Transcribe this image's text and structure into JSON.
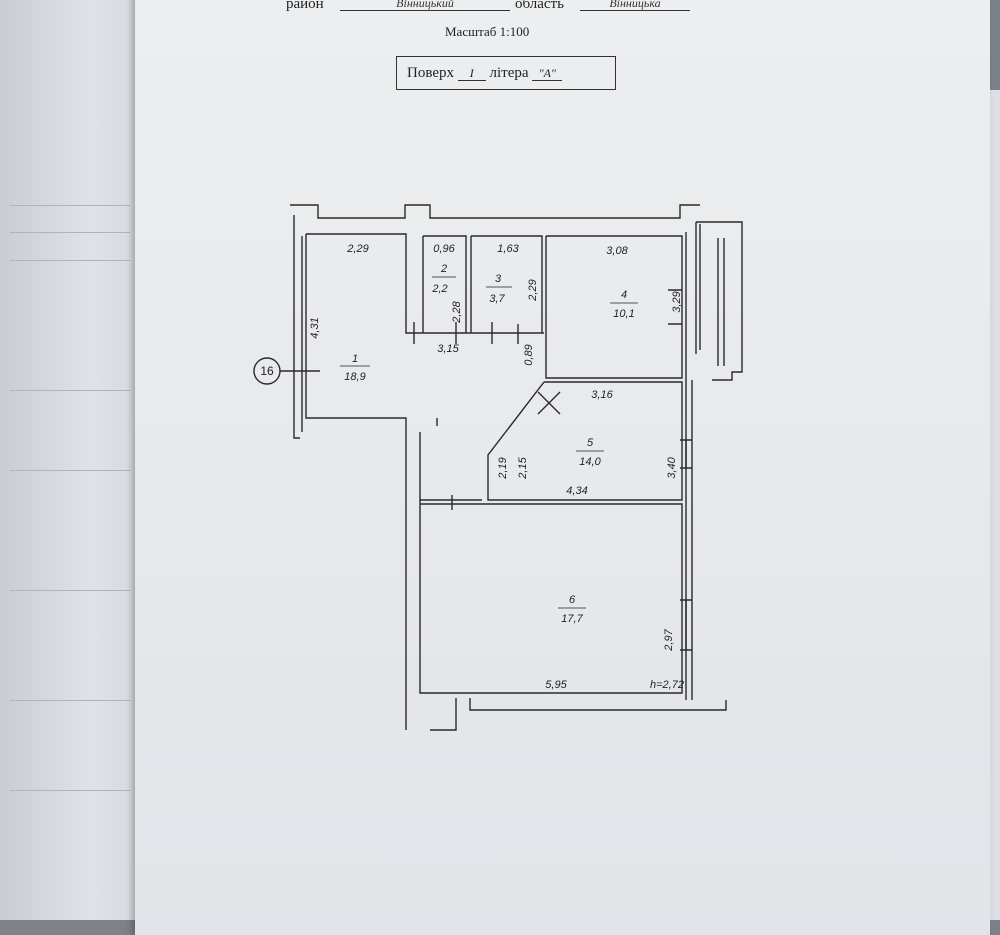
{
  "header": {
    "district_label": "район",
    "district_value": "Вінницький",
    "region_label": "область",
    "region_value": "Вінницька",
    "scale": "Масштаб 1:100",
    "floor_label": "Поверх",
    "floor_value": "І",
    "letter_label": "літера",
    "letter_value": "\"А\""
  },
  "plan": {
    "section_marker": "16",
    "height_note": "h=2,72",
    "rooms": [
      {
        "number": "1",
        "area": "18,9"
      },
      {
        "number": "2",
        "area": "2,2"
      },
      {
        "number": "3",
        "area": "3,7"
      },
      {
        "number": "4",
        "area": "10,1"
      },
      {
        "number": "5",
        "area": "14,0"
      },
      {
        "number": "6",
        "area": "17,7"
      }
    ],
    "dimensions": {
      "r1_width": "2,29",
      "r1_height": "4,31",
      "r2_width": "0,96",
      "r2_height": "2,28",
      "r3_width": "1,63",
      "r3_height": "2,29",
      "r4_width": "3,08",
      "r4_height": "3,29",
      "corridor_width": "3,15",
      "corridor_gap": "0,89",
      "r5_top": "3,16",
      "r5_bottom": "4,34",
      "r5_right": "3,40",
      "hall_left": "2,19",
      "hall_right": "2,15",
      "r6_width": "5,95",
      "r6_height": "2,97"
    }
  }
}
